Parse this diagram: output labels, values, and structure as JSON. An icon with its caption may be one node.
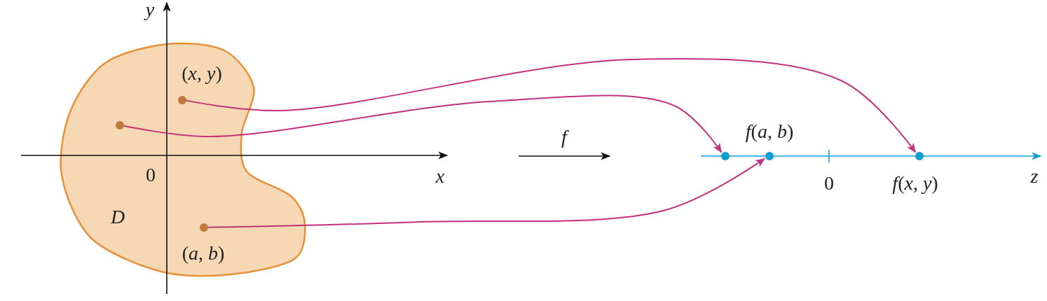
{
  "diagram": {
    "nodes": [
      {
        "text": [
          "D"
        ]
      },
      {
        "text": [
          "(*x*, *y*)"
        ],
        "in": 0
      },
      {
        "text": [],
        "shape": "circle",
        "in": 0
      },
      {
        "text": [
          "(*a*, *b*)"
        ],
        "in": 0
      },
      {
        "text": [],
        "shape": "circle"
      },
      {
        "text": [
          "*f*(*a*, *b*)"
        ]
      },
      {
        "text": [
          "*f*(*x*, *y*)"
        ]
      }
    ],
    "edges": [
      {
        "from": 1,
        "to": 6,
        "arrow": "to"
      },
      {
        "from": 2,
        "to": 4,
        "arrow": "to"
      },
      {
        "from": 3,
        "to": 5,
        "arrow": "to"
      }
    ],
    "labels": [
      "y",
      "x",
      "0",
      "f",
      "0",
      "z"
    ]
  }
}
